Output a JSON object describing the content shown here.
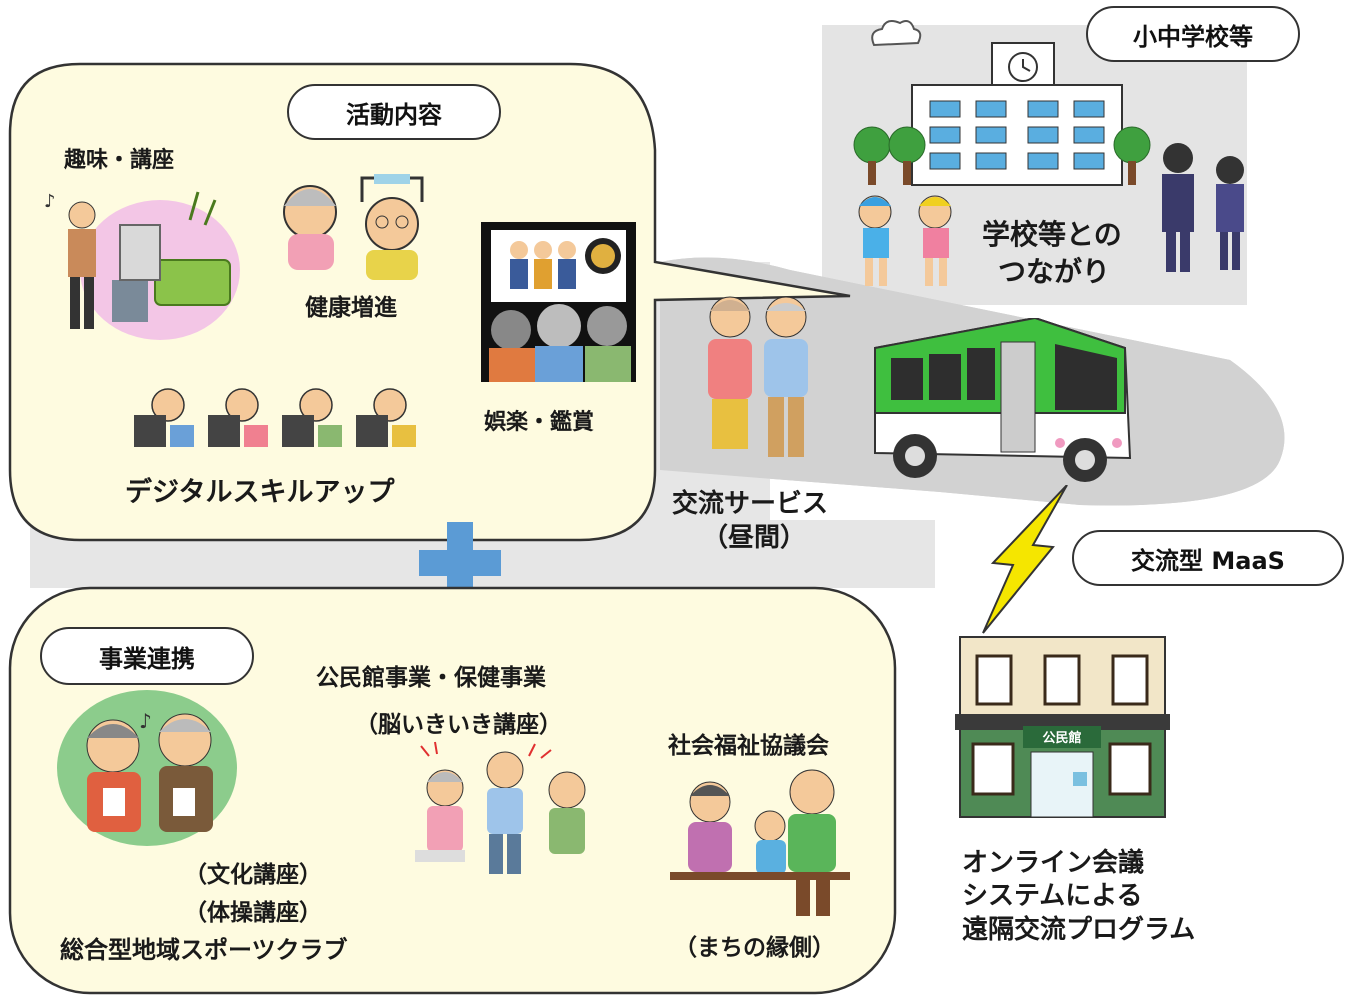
{
  "school": {
    "badge": "小中学校等",
    "caption_line1": "学校等との",
    "caption_line2": "つながり"
  },
  "activities": {
    "badge": "活動内容",
    "hobby": "趣味・講座",
    "health": "健康増進",
    "entertainment": "娯楽・鑑賞",
    "digital": "デジタルスキルアップ"
  },
  "exchange_service": {
    "line1": "交流サービス",
    "line2": "（昼間）"
  },
  "maas": {
    "badge": "交流型 MaaS"
  },
  "community_hall": {
    "sign": "公民館",
    "caption_line1": "オンライン会議",
    "caption_line2": "システムによる",
    "caption_line3": "遠隔交流プログラム"
  },
  "partnership": {
    "badge": "事業連携",
    "club_culture": "（文化講座）",
    "club_exercise": "（体操講座）",
    "club_name": "総合型地域スポーツクラブ",
    "kominkan_line1": "公民館事業・保健事業",
    "kominkan_line2": "（脳いきいき講座）",
    "welfare": "社会福祉協議会",
    "welfare_sub": "（まちの縁側）"
  },
  "colors": {
    "panel_fill": "#fefbe0",
    "road_gray": "#d4d4d4",
    "plus_blue": "#5b9bd5",
    "bus_green": "#3fbf3f",
    "lightning": "#f5e600"
  }
}
